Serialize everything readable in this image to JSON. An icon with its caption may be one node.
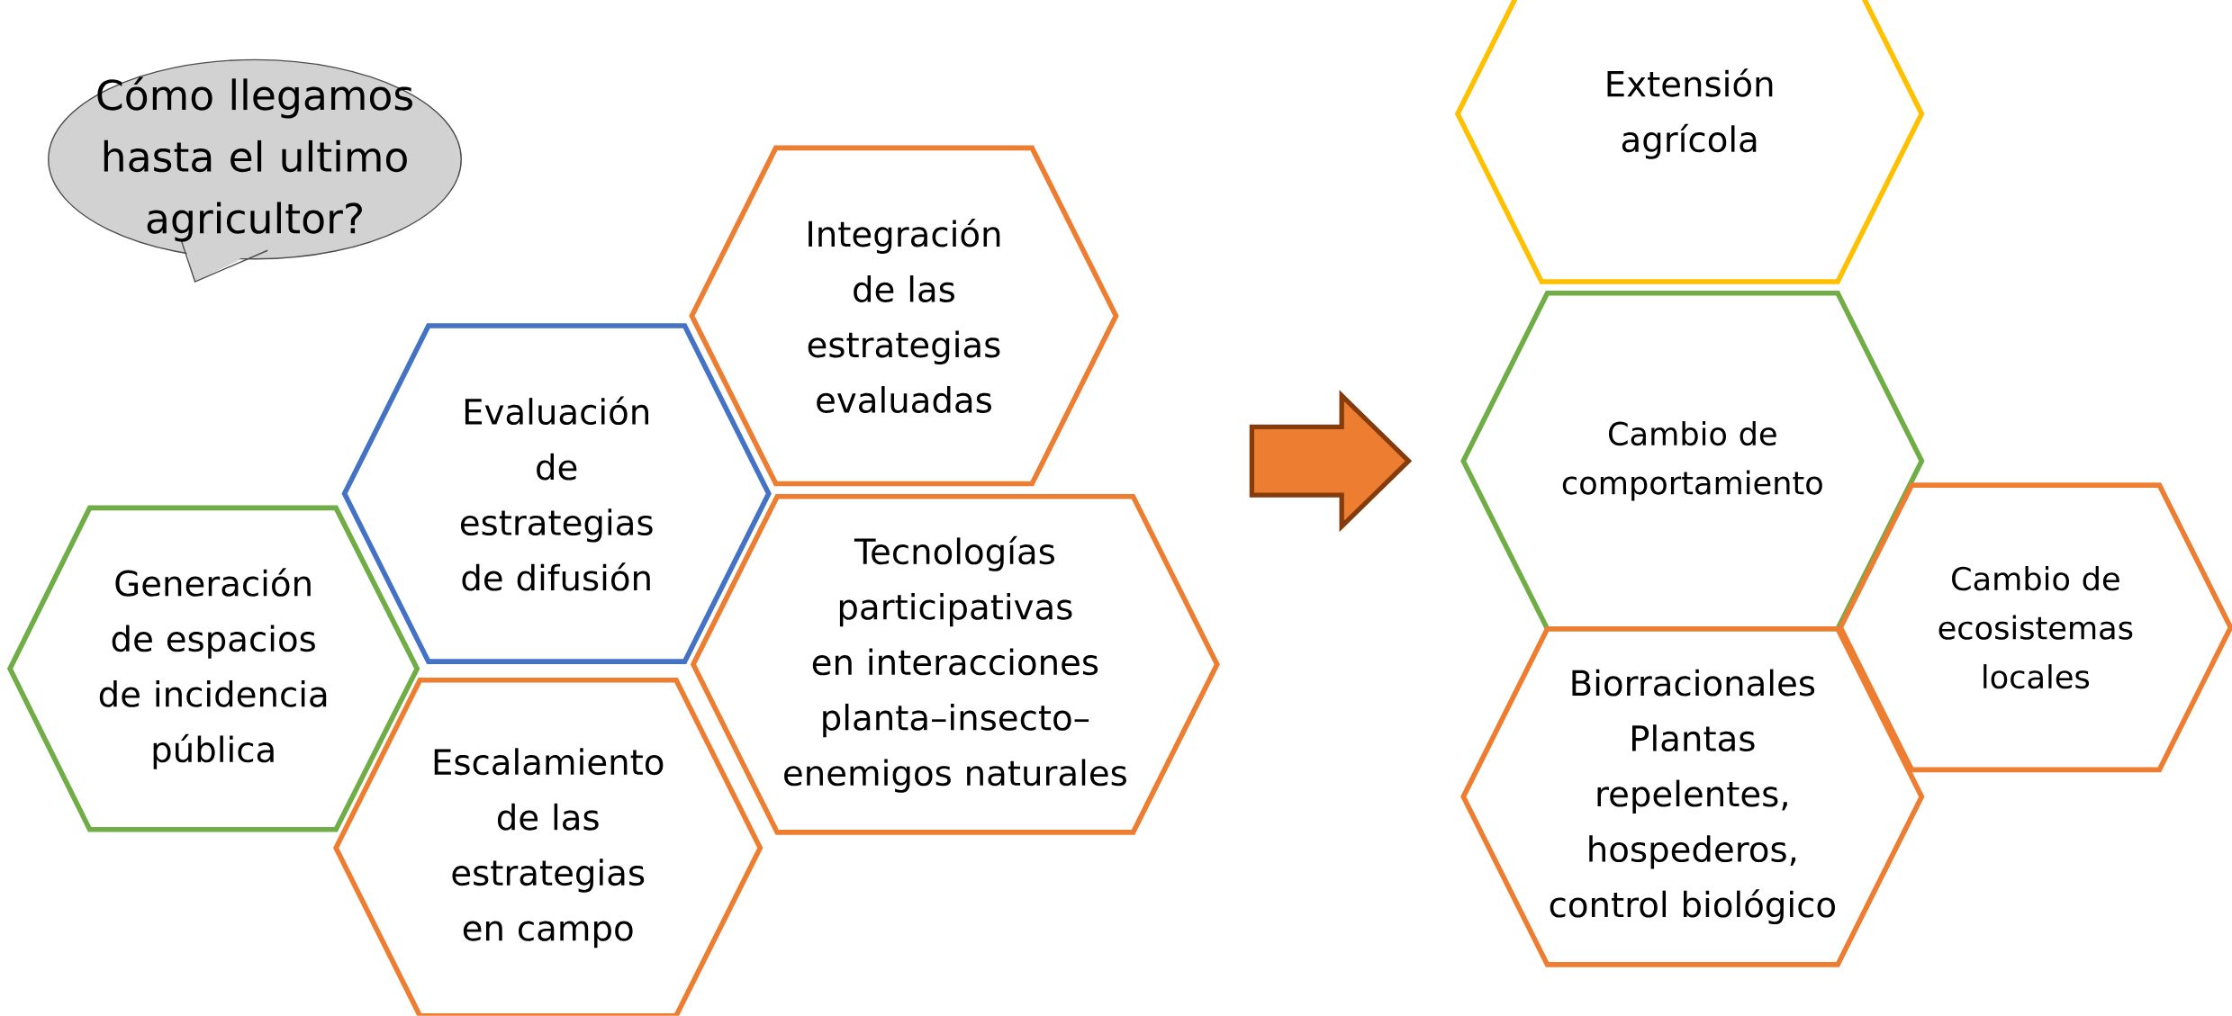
{
  "diagram": {
    "nodes": [
      {
        "text": [
          "Cómo llegamos hasta el ultimo agricultor?"
        ]
      },
      {
        "text": [
          "Integración de las estrategias evaluadas"
        ]
      },
      {
        "text": [
          "Evaluación de estrategias de difusión"
        ]
      },
      {
        "text": [
          "Generación de espacios de incidencia pública"
        ]
      },
      {
        "text": [
          "Tecnologías participativas en interacciones planta–insecto–enemigos naturales"
        ]
      },
      {
        "text": [
          "Escalamiento de las estrategias en campo"
        ]
      },
      {
        "text": [
          "Extensión agrícola"
        ]
      },
      {
        "text": [
          "Cambio de comportamiento"
        ]
      },
      {
        "text": [
          "Cambio de ecosistemas locales"
        ]
      },
      {
        "text": [
          "Biorracionales",
          "Plantas repelentes, hospederos, control biológico"
        ]
      }
    ],
    "edges": [
      {
        "from": 4,
        "to": 7,
        "arrow": "to",
        "style": "thick"
      }
    ]
  }
}
